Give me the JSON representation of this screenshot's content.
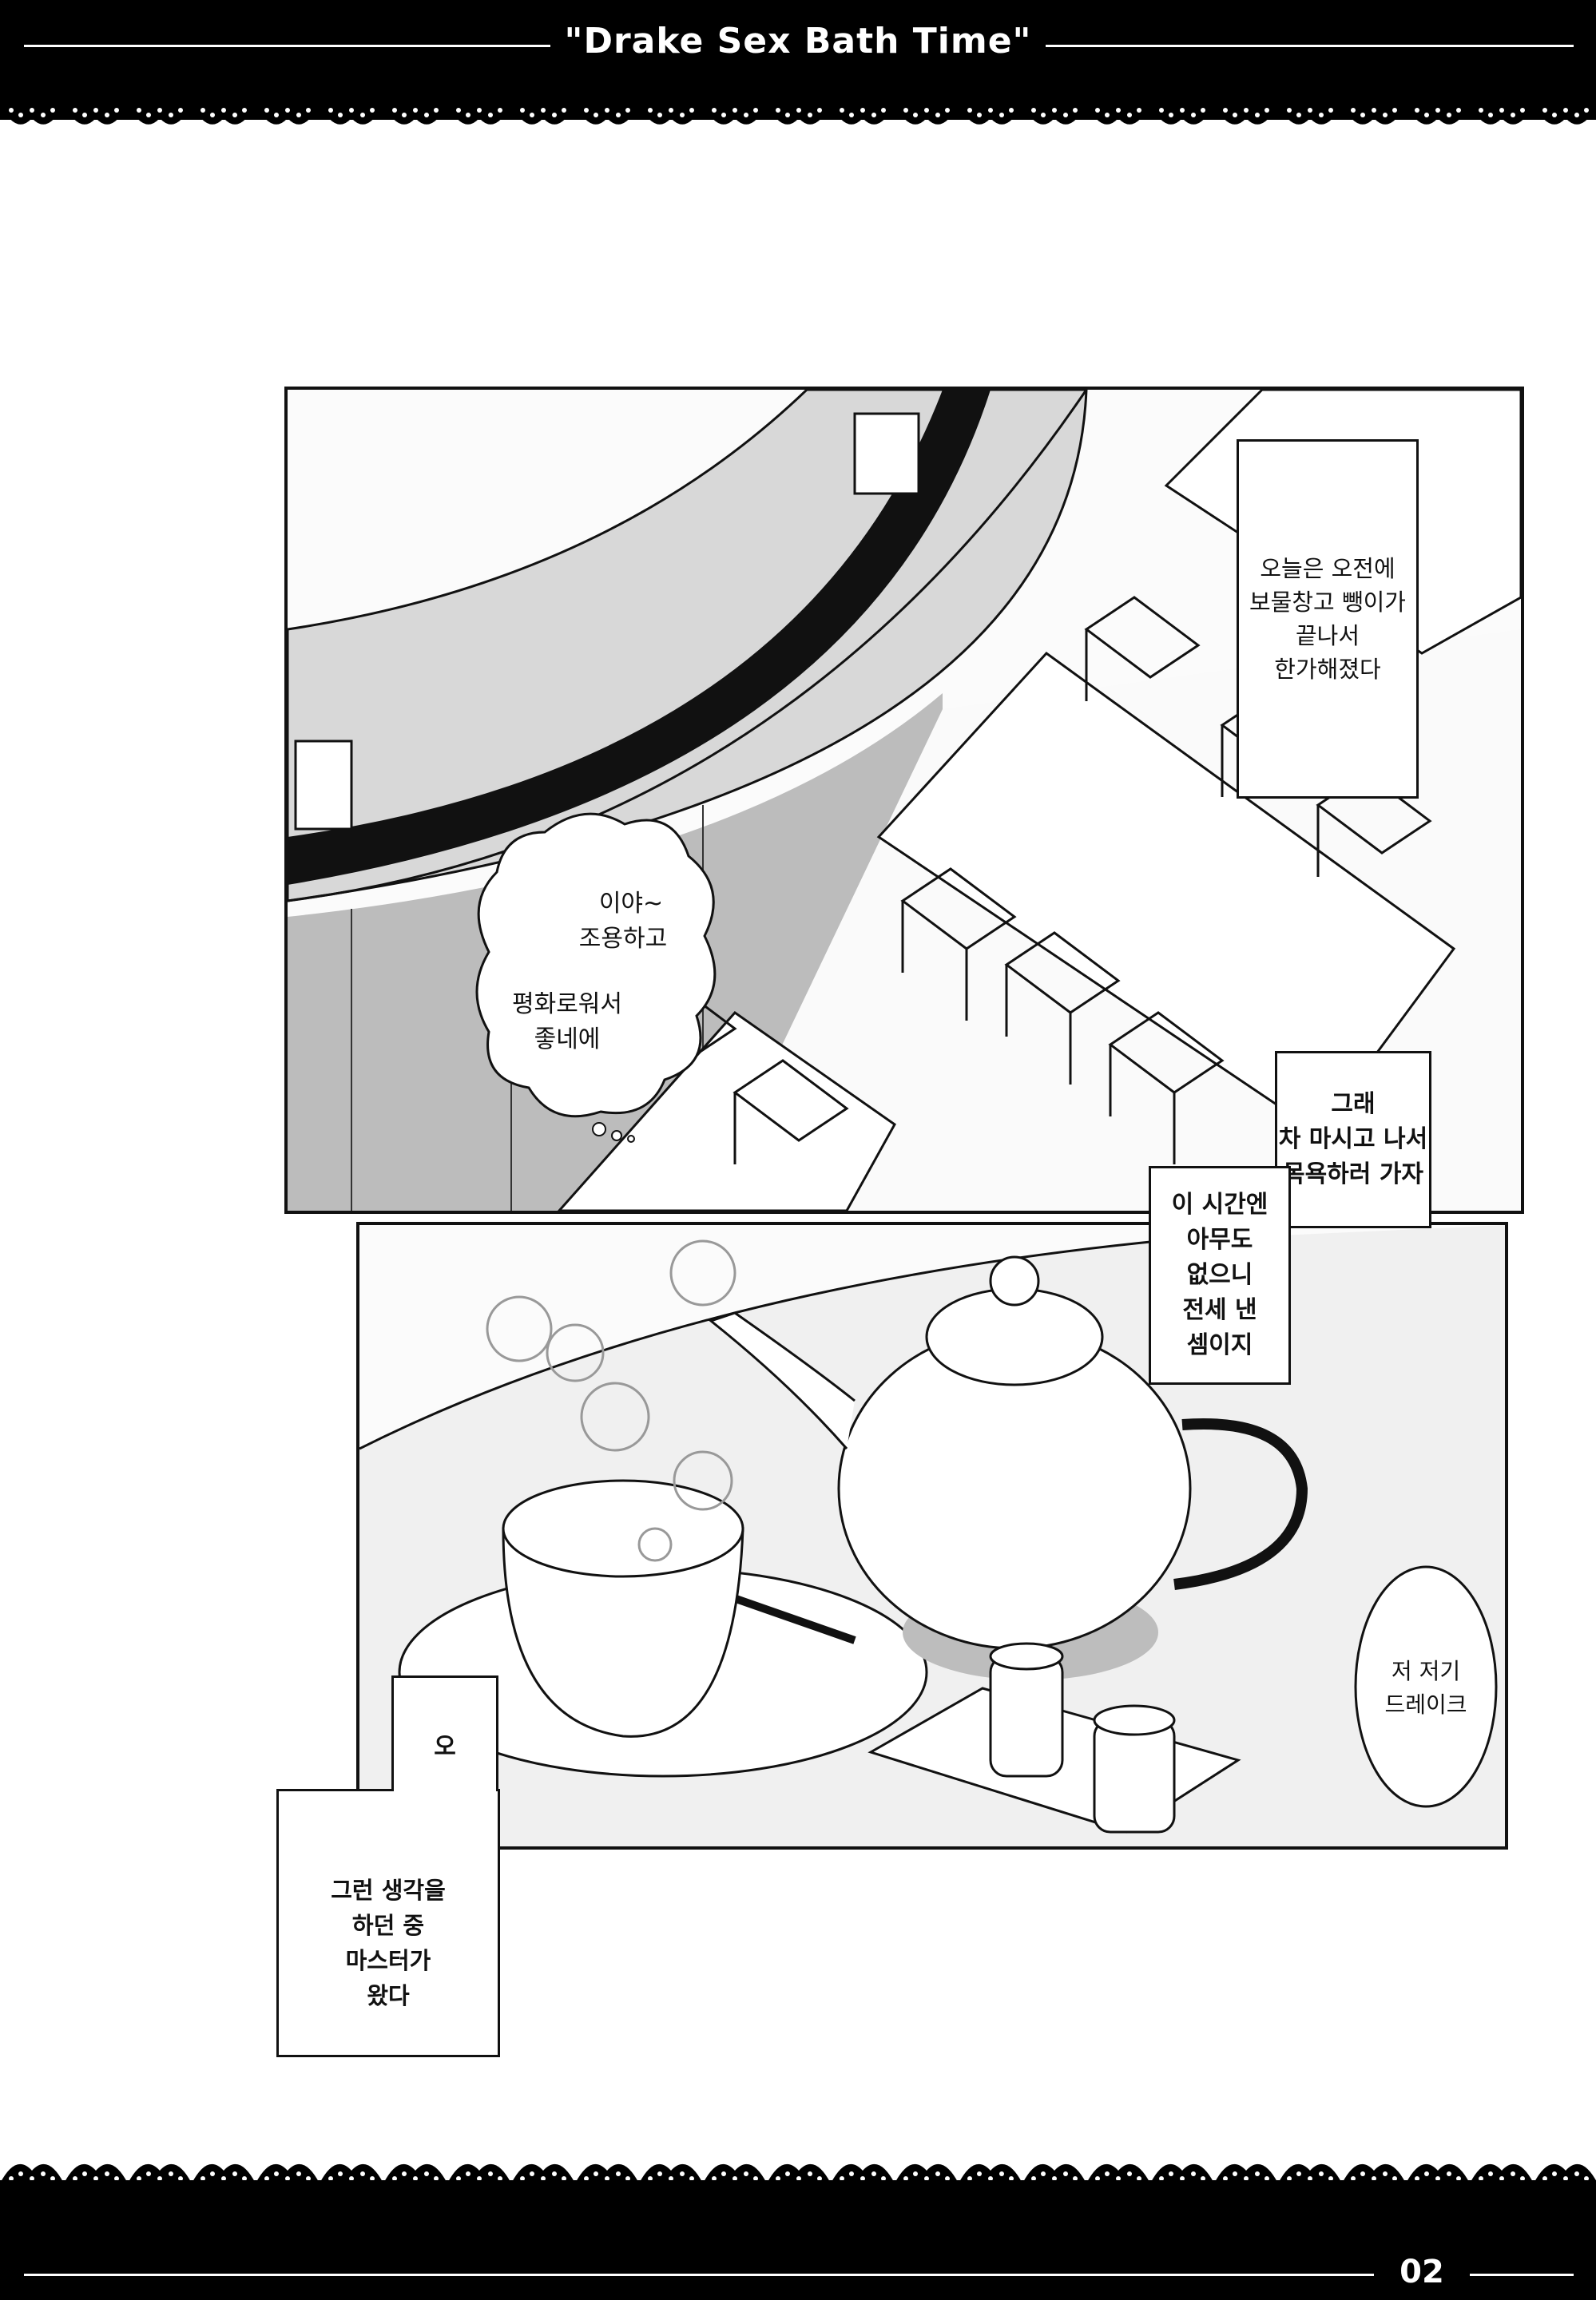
{
  "header": {
    "title": "\"Drake Sex Bath Time\""
  },
  "footer": {
    "page_number": "02"
  },
  "panel1": {
    "narration": "오늘은 오전에\n보물창고 뺑이가\n끝나서\n한가해졌다",
    "thought": {
      "line1": "이야~",
      "line2": "조용하고",
      "line3": "평화로워서",
      "line4": "좋네에"
    }
  },
  "panel2": {
    "caption_a": "그래\n차 마시고 나서\n목욕하러 가자",
    "caption_b": "이 시간엔\n아무도\n없으니\n전세 낸\n셈이지",
    "speech": "저 저기\n드레이크"
  },
  "bottom_caption": {
    "top": "오",
    "bottom": "그런 생각을\n하던 중\n마스터가\n왔다"
  },
  "colors": {
    "ink": "#111111",
    "paper": "#ffffff",
    "band": "#000000"
  }
}
